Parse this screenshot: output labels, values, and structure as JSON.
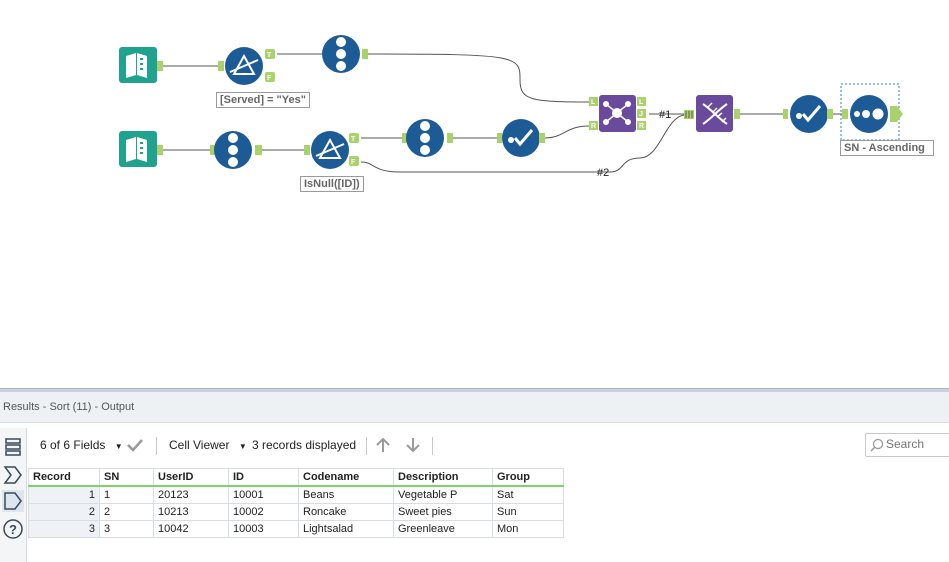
{
  "canvas": {
    "tool_labels": {
      "filter_1": "[Served] = \"Yes\"",
      "filter_2": "IsNull([ID])",
      "sort": "SN - Ascending"
    },
    "anchor_labels": {
      "t": "T",
      "f": "F",
      "l": "L",
      "j": "J",
      "r": "R"
    },
    "connection_labels": {
      "conn_1": "#1",
      "conn_2": "#2"
    }
  },
  "results": {
    "title": "Results - Sort (11) - Output",
    "fields_selector": "6 of 6 Fields",
    "viewer_selector": "Cell Viewer",
    "records_displayed": "3 records displayed",
    "search_placeholder": "Search",
    "table": {
      "headers": [
        "Record",
        "SN",
        "UserID",
        "ID",
        "Codename",
        "Description",
        "Group"
      ],
      "rows": [
        [
          "1",
          "1",
          "20123",
          "10001",
          "Beans",
          "Vegetable P",
          "Sat"
        ],
        [
          "2",
          "2",
          "10213",
          "10002",
          "Roncake",
          "Sweet pies",
          "Sun"
        ],
        [
          "3",
          "3",
          "10042",
          "10003",
          "Lightsalad",
          "Greenleave",
          "Mon"
        ]
      ]
    }
  },
  "colors": {
    "tool_blue": "#1d5b96",
    "join_purple": "#6a4a9c",
    "input_teal": "#1fa28e",
    "anchor_green": "#a9d36a",
    "header_underline": "#7fd36a"
  }
}
